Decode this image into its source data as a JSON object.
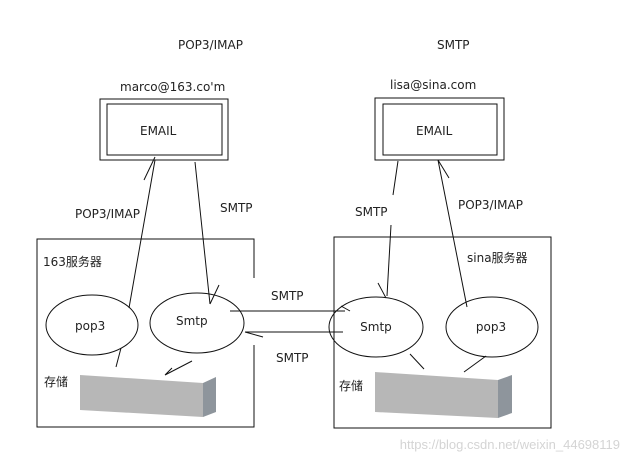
{
  "top_labels": {
    "left": "POP3/IMAP",
    "right": "SMTP"
  },
  "left_client": {
    "address": "marco@163.co'm",
    "box_label": "EMAIL"
  },
  "right_client": {
    "address": "lisa@sina.com",
    "box_label": "EMAIL"
  },
  "left_server": {
    "title": "163服务器",
    "pop3": "pop3",
    "smtp": "Smtp",
    "storage": "存储",
    "up_label": "POP3/IMAP",
    "down_label": "SMTP"
  },
  "right_server": {
    "title": "sina服务器",
    "pop3": "pop3",
    "smtp": "Smtp",
    "storage": "存储",
    "down_label": "SMTP",
    "up_label": "POP3/IMAP"
  },
  "between": {
    "top_label": "SMTP",
    "bottom_label": "SMTP"
  },
  "watermark": "https://blog.csdn.net/weixin_44698119",
  "colors": {
    "storage_front": "#b7b7b7",
    "storage_side": "#8e959c"
  }
}
